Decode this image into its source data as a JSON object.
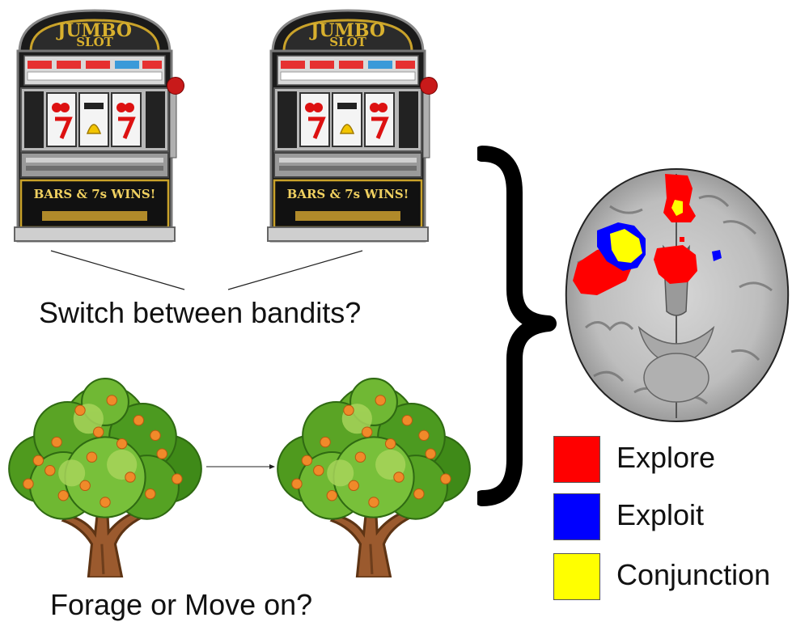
{
  "captions": {
    "bandits": "Switch between bandits?",
    "forage": "Forage or Move on?"
  },
  "slot_machine": {
    "brand_line1": "JUMBO",
    "brand_line2": "SLOT",
    "banner": "BARS & 7s WINS!"
  },
  "legend": [
    {
      "label": "Explore",
      "color": "#ff0000"
    },
    {
      "label": "Exploit",
      "color": "#0000ff"
    },
    {
      "label": "Conjunction",
      "color": "#ffff00"
    }
  ],
  "colors": {
    "explore": "#ff0000",
    "exploit": "#0000ff",
    "conjunction": "#ffff00"
  }
}
